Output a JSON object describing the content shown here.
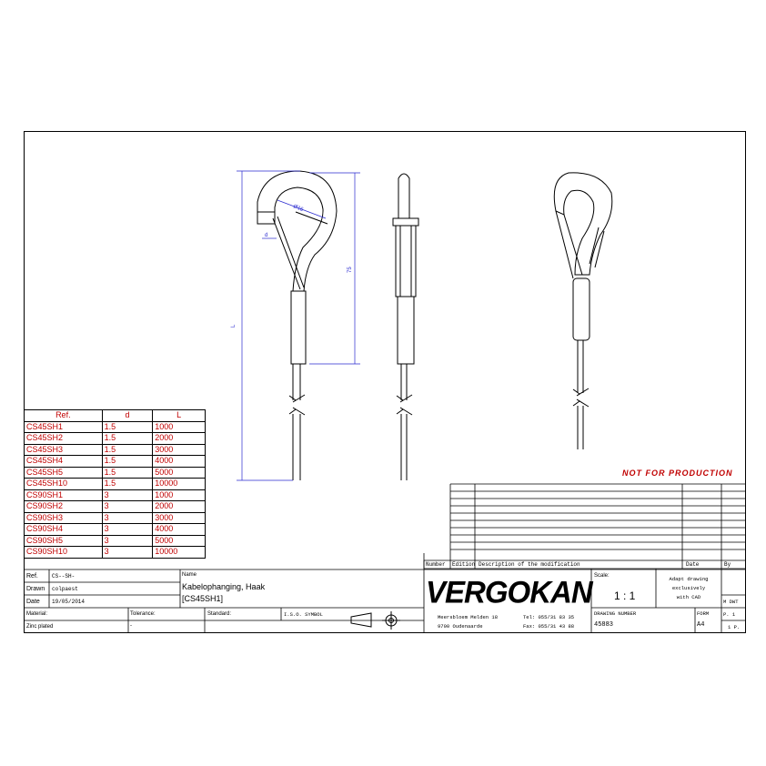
{
  "stamp": "NOT FOR PRODUCTION",
  "ref_table": {
    "headers": [
      "Ref.",
      "d",
      "L"
    ],
    "rows": [
      [
        "CS45SH1",
        "1.5",
        "1000"
      ],
      [
        "CS45SH2",
        "1.5",
        "2000"
      ],
      [
        "CS45SH3",
        "1.5",
        "3000"
      ],
      [
        "CS45SH4",
        "1.5",
        "4000"
      ],
      [
        "CS45SH5",
        "1.5",
        "5000"
      ],
      [
        "CS45SH10",
        "1.5",
        "10000"
      ],
      [
        "CS90SH1",
        "3",
        "1000"
      ],
      [
        "CS90SH2",
        "3",
        "2000"
      ],
      [
        "CS90SH3",
        "3",
        "3000"
      ],
      [
        "CS90SH4",
        "3",
        "4000"
      ],
      [
        "CS90SH5",
        "3",
        "5000"
      ],
      [
        "CS90SH10",
        "3",
        "10000"
      ]
    ]
  },
  "dimensions": {
    "length": "L",
    "hook_height": "75",
    "d_label": "Ø16",
    "small_label": "d"
  },
  "revision": {
    "number": "Number",
    "edition": "Edition",
    "description": "Description of the modification",
    "date": "Date",
    "by": "By"
  },
  "title_block": {
    "ref_label": "Ref.",
    "ref_value": "CS--SH-",
    "drawn_label": "Drawn",
    "drawn_value": "colpaest",
    "date_label": "Date",
    "date_value": "19/05/2014",
    "name_label": "Name",
    "name_line1": "Kabelophanging, Haak",
    "name_line2": "[CS45SH1]",
    "material_label": "Material:",
    "material_value": "Zinc plated",
    "tolerance_label": "Tolerance:",
    "tolerance_value": "-",
    "standard_label": "Standard:",
    "iso_label": "I.S.O. SYMBOL",
    "logo": "VERGOKAN",
    "address1": "Meersbloem Melden 18",
    "address2": "9700 Oudenaarde",
    "tel": "Tel: 055/31 83 35",
    "fax": "Fax: 055/31 43 88",
    "scale_label": "Scale:",
    "scale_value": "1 : 1",
    "note": [
      "Adapt drawing",
      "exclusively",
      "with CAD"
    ],
    "drawing_number_label": "DRAWING NUMBER",
    "drawing_number": "45883",
    "form_label": "FORM",
    "form_value": "A4",
    "mdwt": "M DWT",
    "p1": "P. 1",
    "p2": "1 P."
  }
}
